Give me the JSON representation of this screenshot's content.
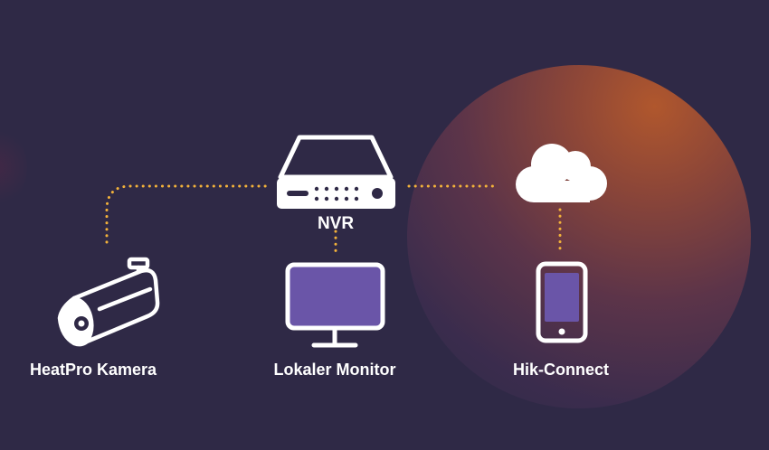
{
  "colors": {
    "background": "#2f2946",
    "connector": "#f3b23a",
    "icon_stroke": "#ffffff",
    "screen_fill": "#6a55a8",
    "glow": "#b0572d"
  },
  "nodes": {
    "nvr": {
      "label": "NVR",
      "icon": "nvr-recorder-icon"
    },
    "camera": {
      "label": "HeatPro Kamera",
      "icon": "bullet-camera-icon"
    },
    "monitor": {
      "label": "Lokaler Monitor",
      "icon": "monitor-icon"
    },
    "app": {
      "label": "Hik-Connect",
      "icon": "smartphone-icon"
    },
    "cloud": {
      "icon": "cloud-icon"
    }
  }
}
